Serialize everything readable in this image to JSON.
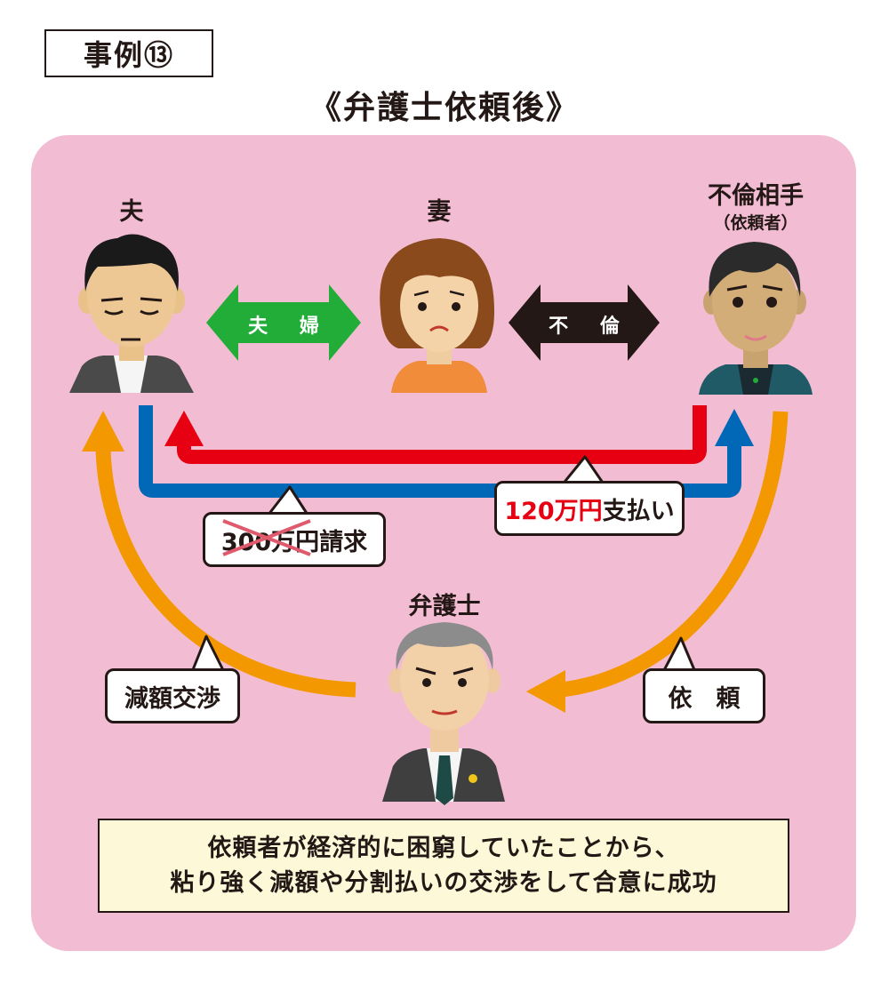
{
  "case_label": "事例⑬",
  "title": "《弁護士依頼後》",
  "people": {
    "husband": "夫",
    "wife": "妻",
    "lover": "不倫相手",
    "lover_sub": "（依頼者）",
    "lawyer": "弁護士"
  },
  "relations": {
    "married": "夫 婦",
    "affair": "不 倫"
  },
  "callouts": {
    "claim_amount": "300万円",
    "claim_suffix": "請求",
    "payment_amount": "120万円",
    "payment_suffix": "支払い",
    "negotiation": "減額交渉",
    "request": "依　頼"
  },
  "conclusion": {
    "line1": "依頼者が経済的に困窮していたことから、",
    "line2": "粘り強く減額や分割払いの交渉をして合意に成功"
  },
  "colors": {
    "panel": "#f2bcd3",
    "married_arrow": "#22ac38",
    "affair_arrow": "#231815",
    "payment_arrow": "#e60012",
    "claim_arrow": "#0068b7",
    "lawyer_arrow": "#f39800",
    "conclusion_bg": "#fdf9d8"
  }
}
